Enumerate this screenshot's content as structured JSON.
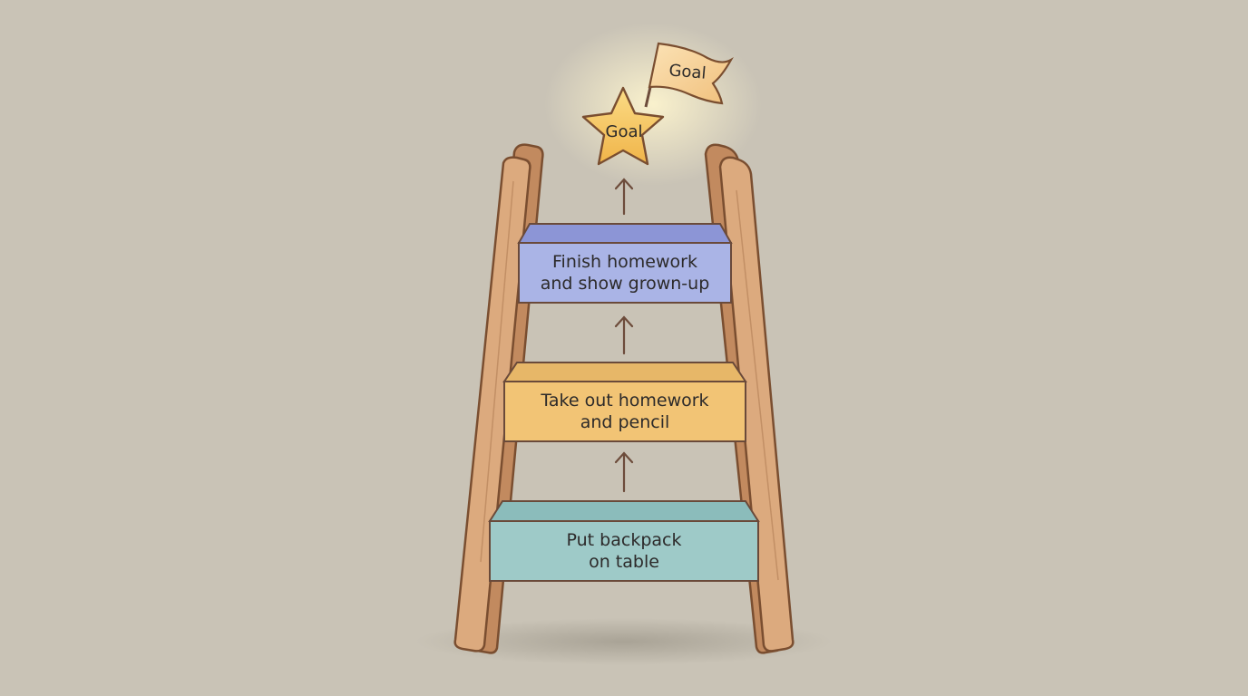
{
  "title": "Homework ladder",
  "goal": {
    "star_label": "Goal",
    "flag_label": "Goal"
  },
  "steps": [
    {
      "order": 1,
      "line1": "Put backpack",
      "line2": "on table",
      "color": "#9ecac8",
      "top_color": "#8bbcbb"
    },
    {
      "order": 2,
      "line1": "Take out homework",
      "line2": "and pencil",
      "color": "#f2c475",
      "top_color": "#e7b768"
    },
    {
      "order": 3,
      "line1": "Finish homework",
      "line2": "and show grown-up",
      "color": "#aab4e6",
      "top_color": "#8c95d6"
    }
  ],
  "colors": {
    "background": "#c9c3b6",
    "wood": "#d9a57a",
    "wood_dark": "#b6835a",
    "outline": "#7a4e30",
    "star": "#f5c55d",
    "flag": "#f6cf8f",
    "arrow": "#6d4c3b"
  }
}
